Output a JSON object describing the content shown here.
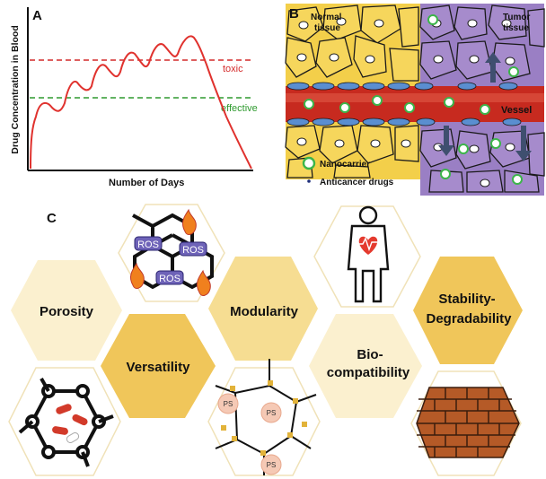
{
  "panel_a": {
    "letter": "A",
    "ylabel": "Drug Concentration in Blood",
    "xlabel": "Number of Days",
    "toxic_label": "toxic",
    "effective_label": "effective",
    "colors": {
      "curve": "#e0322e",
      "toxic": "#d42a2a",
      "effective": "#2e9a2e"
    }
  },
  "panel_b": {
    "letter": "B",
    "normal_label_1": "Normal",
    "normal_label_2": "tissue",
    "tumor_label_1": "Tumor",
    "tumor_label_2": "tissue",
    "vessel_label": "Vessel",
    "legend_nanocarrier": "Nanocarrier",
    "legend_drugs": "Anticancer drugs",
    "colors": {
      "normal": "#f3cf4a",
      "tumor": "#9a7fc4",
      "vessel": "#c72a1f",
      "nanocarrier": "#3cb54a"
    }
  },
  "panel_c": {
    "letter": "C",
    "hex": {
      "porosity": "Porosity",
      "versatility": "Versatility",
      "modularity": "Modularity",
      "bio_1": "Bio-",
      "bio_2": "compatibility",
      "stability_1": "Stability-",
      "stability_2": "Degradability"
    },
    "ros_label": "ROS",
    "ps_label": "PS",
    "colors": {
      "light": "#fbf0cf",
      "mid": "#f6dd92",
      "dark": "#f0c65a"
    }
  }
}
